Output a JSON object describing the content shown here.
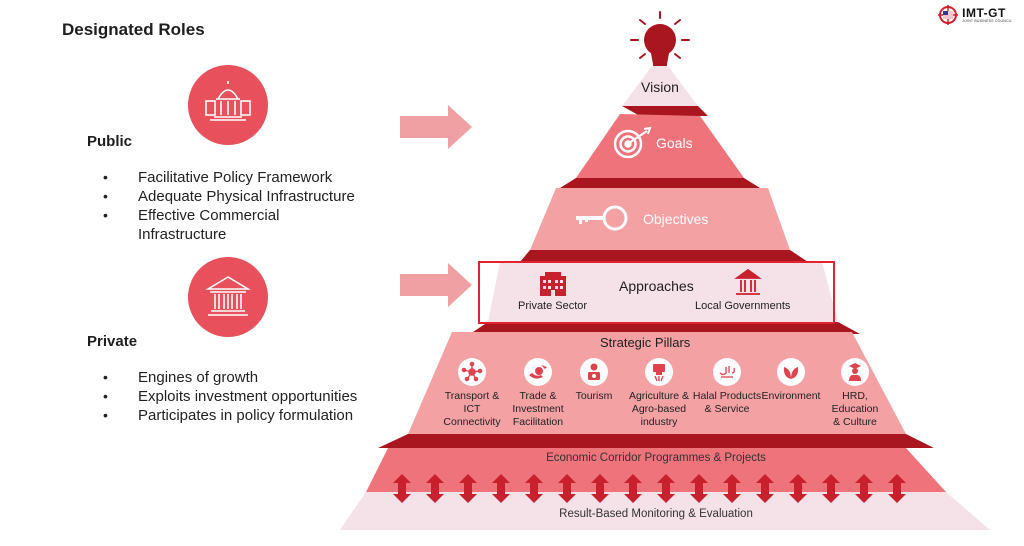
{
  "title": "Designated Roles",
  "logo": {
    "name": "IMT-GT",
    "subtitle": "JOINT BUSINESS COUNCIL"
  },
  "roles": [
    {
      "heading": "Public",
      "icon": "capitol-building-icon",
      "bullets": [
        "Facilitative Policy  Framework",
        "Adequate Physical  Infrastructure",
        "Effective Commercial Infrastructure"
      ]
    },
    {
      "heading": "Private",
      "icon": "bank-building-icon",
      "bullets": [
        "Engines of growth",
        "Exploits investment  opportunities",
        "Participates in  policy formulation"
      ]
    }
  ],
  "pyramid": {
    "vision": {
      "label": "Vision",
      "icon": "lightbulb-icon"
    },
    "goals": {
      "label": "Goals",
      "icon": "target-icon"
    },
    "objectives": {
      "label": "Objectives",
      "icon": "key-icon"
    },
    "approaches": {
      "label": "Approaches",
      "items": [
        {
          "label": "Private Sector",
          "icon": "office-building-icon"
        },
        {
          "label": "Local  Governments",
          "icon": "government-building-icon"
        }
      ]
    },
    "strategic_pillars": {
      "label": "Strategic Pillars",
      "items": [
        {
          "lines": [
            "Transport &",
            "ICT",
            "Connectivity"
          ],
          "icon": "network-icon"
        },
        {
          "lines": [
            "Trade &",
            "Investment",
            "Facilitation"
          ],
          "icon": "money-handshake-icon"
        },
        {
          "lines": [
            "Tourism"
          ],
          "icon": "tourist-camera-icon"
        },
        {
          "lines": [
            "Agriculture &",
            "Agro-based",
            "industry"
          ],
          "icon": "tractor-icon"
        },
        {
          "lines": [
            "Halal Products",
            "& Service"
          ],
          "icon": "halal-icon"
        },
        {
          "lines": [
            "Environment"
          ],
          "icon": "leaf-icon"
        },
        {
          "lines": [
            "HRD,",
            "Education",
            "& Culture"
          ],
          "icon": "graduate-icon"
        }
      ]
    },
    "programmes": {
      "label": "Economic Corridor Programmes & Projects"
    },
    "monitoring": {
      "label": "Result-Based Monitoring & Evaluation"
    },
    "arrow_count": 16
  },
  "colors": {
    "accent": "#e8505b",
    "dark_red": "#aa1620",
    "goals_fill": "#ee737a",
    "objectives_fill": "#f4a1a4",
    "light_fill": "#f5e1e8",
    "arrow": "#f0a0a3",
    "frame": "#e0232e"
  }
}
